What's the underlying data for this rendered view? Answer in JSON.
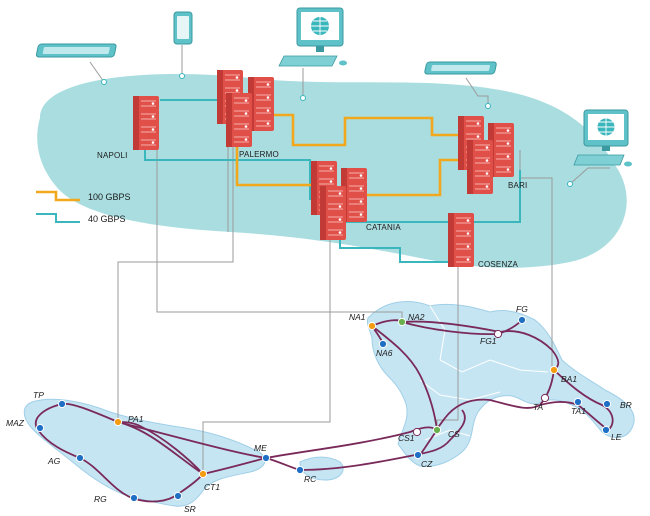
{
  "data_centers": [
    {
      "id": "napoli",
      "label": "NAPOLI"
    },
    {
      "id": "palermo",
      "label": "PALERMO"
    },
    {
      "id": "catania",
      "label": "CATANIA"
    },
    {
      "id": "bari",
      "label": "BARI"
    },
    {
      "id": "cosenza",
      "label": "COSENZA"
    }
  ],
  "legend": [
    {
      "label": "100 GBPS",
      "color": "#f2a81d"
    },
    {
      "label": "40 GBPS",
      "color": "#3ab6bd"
    }
  ],
  "nodes": [
    {
      "id": "NA1",
      "label": "NA1",
      "color": "#f39c12"
    },
    {
      "id": "NA2",
      "label": "NA2",
      "color": "#6ab04c"
    },
    {
      "id": "NA6",
      "label": "NA6",
      "color": "#1f6fc5"
    },
    {
      "id": "FG",
      "label": "FG",
      "color": "#1f6fc5"
    },
    {
      "id": "FG1",
      "label": "FG1",
      "color": "#ffffff"
    },
    {
      "id": "BA1",
      "label": "BA1",
      "color": "#f39c12"
    },
    {
      "id": "TA",
      "label": "TA",
      "color": "#ffffff"
    },
    {
      "id": "TA1",
      "label": "TA1",
      "color": "#1f6fc5"
    },
    {
      "id": "BR",
      "label": "BR",
      "color": "#1f6fc5"
    },
    {
      "id": "LE",
      "label": "LE",
      "color": "#1f6fc5"
    },
    {
      "id": "CS",
      "label": "CS",
      "color": "#6ab04c"
    },
    {
      "id": "CS1",
      "label": "CS1",
      "color": "#ffffff"
    },
    {
      "id": "CZ",
      "label": "CZ",
      "color": "#1f6fc5"
    },
    {
      "id": "RC",
      "label": "RC",
      "color": "#1f6fc5"
    },
    {
      "id": "ME",
      "label": "ME",
      "color": "#1f6fc5"
    },
    {
      "id": "CT1",
      "label": "CT1",
      "color": "#f39c12"
    },
    {
      "id": "SR",
      "label": "SR",
      "color": "#1f6fc5"
    },
    {
      "id": "RG",
      "label": "RG",
      "color": "#1f6fc5"
    },
    {
      "id": "AG",
      "label": "AG",
      "color": "#1f6fc5"
    },
    {
      "id": "MAZ",
      "label": "MAZ",
      "color": "#1f6fc5"
    },
    {
      "id": "TP",
      "label": "TP",
      "color": "#1f6fc5"
    },
    {
      "id": "PA1",
      "label": "PA1",
      "color": "#f39c12"
    }
  ],
  "devices": [
    {
      "id": "tablet-left",
      "icon": "tablet-icon"
    },
    {
      "id": "phone",
      "icon": "smartphone-icon"
    },
    {
      "id": "desktop-top",
      "icon": "desktop-computer-icon"
    },
    {
      "id": "tablet-right",
      "icon": "tablet-icon"
    },
    {
      "id": "desktop-right",
      "icon": "desktop-computer-icon"
    }
  ],
  "colors": {
    "cloud": "#a9dde0",
    "map_land": "#c6e5f3",
    "map_outline": "#9fcfe8",
    "link_100g": "#f2a81d",
    "link_40g": "#3ab6bd",
    "backbone": "#7a2a5a",
    "server": "#e05049",
    "access_line": "#9b9b9b"
  }
}
